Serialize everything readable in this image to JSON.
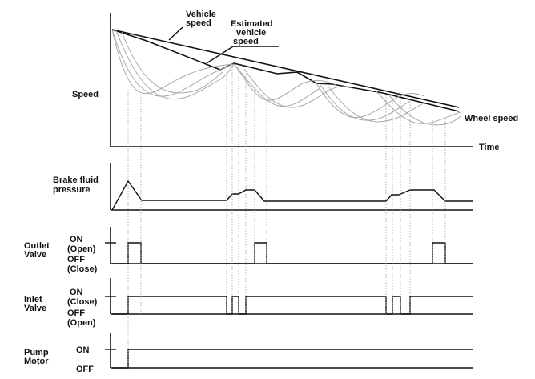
{
  "speed_panel": {
    "y_label": "Speed",
    "x_label": "Time",
    "vehicle_speed_label": [
      "Vehicle",
      "speed"
    ],
    "estimated_speed_label": [
      "Estimated",
      "vehicle",
      "speed"
    ],
    "wheel_speed_label": "Wheel speed"
  },
  "pressure_panel": {
    "label": [
      "Brake fluid",
      "pressure"
    ]
  },
  "outlet_panel": {
    "label": [
      "Outlet",
      "Valve"
    ],
    "on_label": [
      "ON",
      "(Open)"
    ],
    "off_label": [
      "OFF",
      "(Close)"
    ]
  },
  "inlet_panel": {
    "label": [
      "Inlet",
      "Valve"
    ],
    "on_label": [
      "ON",
      "(Close)"
    ],
    "off_label": [
      "OFF",
      "(Open)"
    ]
  },
  "pump_panel": {
    "label": [
      "Pump",
      "Motor"
    ],
    "on_label": "ON",
    "off_label": "OFF"
  }
}
